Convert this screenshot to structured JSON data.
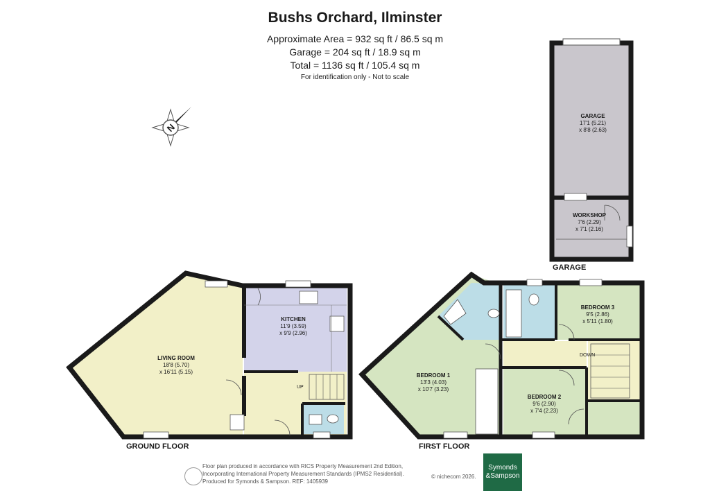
{
  "header": {
    "title": "Bushs Orchard, Ilminster",
    "area_line": "Approximate Area = 932 sq ft / 86.5 sq m",
    "garage_line": "Garage = 204 sq ft / 18.9 sq m",
    "total_line": "Total = 1136 sq ft / 105.4 sq m",
    "note": "For identification only - Not to scale"
  },
  "compass": {
    "label": "N",
    "icon": "compass-icon"
  },
  "floors": {
    "ground": "GROUND FLOOR",
    "first": "FIRST FLOOR",
    "garage": "GARAGE"
  },
  "rooms": {
    "garage": {
      "name": "GARAGE",
      "dim1": "17'1 (5.21)",
      "dim2": "x 8'8 (2.63)"
    },
    "workshop": {
      "name": "WORKSHOP",
      "dim1": "7'6 (2.29)",
      "dim2": "x 7'1 (2.16)"
    },
    "living": {
      "name": "LIVING ROOM",
      "dim1": "18'8 (5.70)",
      "dim2": "x 16'11 (5.15)"
    },
    "kitchen": {
      "name": "KITCHEN",
      "dim1": "11'9 (3.59)",
      "dim2": "x 9'9 (2.96)"
    },
    "bed1": {
      "name": "BEDROOM 1",
      "dim1": "13'3 (4.03)",
      "dim2": "x 10'7 (3.23)"
    },
    "bed2": {
      "name": "BEDROOM 2",
      "dim1": "9'6 (2.90)",
      "dim2": "x 7'4 (2.23)"
    },
    "bed3": {
      "name": "BEDROOM 3",
      "dim1": "9'5 (2.86)",
      "dim2": "x 5'11 (1.80)"
    }
  },
  "stairs": {
    "up": "UP",
    "down": "DOWN"
  },
  "footer": {
    "line1": "Floor plan produced in accordance with RICS Property Measurement 2nd Edition,",
    "line2": "Incorporating International Property Measurement Standards (IPMS2 Residential).",
    "line3": "Produced for Symonds & Sampson.   REF: 1405939",
    "copyright": "© nichecom 2026.",
    "brand_line1": "Symonds",
    "brand_line2": "&Sampson"
  },
  "colors": {
    "wall": "#1a1a1a",
    "garage_fill": "#c9c6cc",
    "living_fill": "#f2f0c8",
    "kitchen_fill": "#d3d3ea",
    "bedroom_fill": "#d5e5c1",
    "bathroom_fill": "#bcdde7",
    "brand": "#1f6a45"
  }
}
